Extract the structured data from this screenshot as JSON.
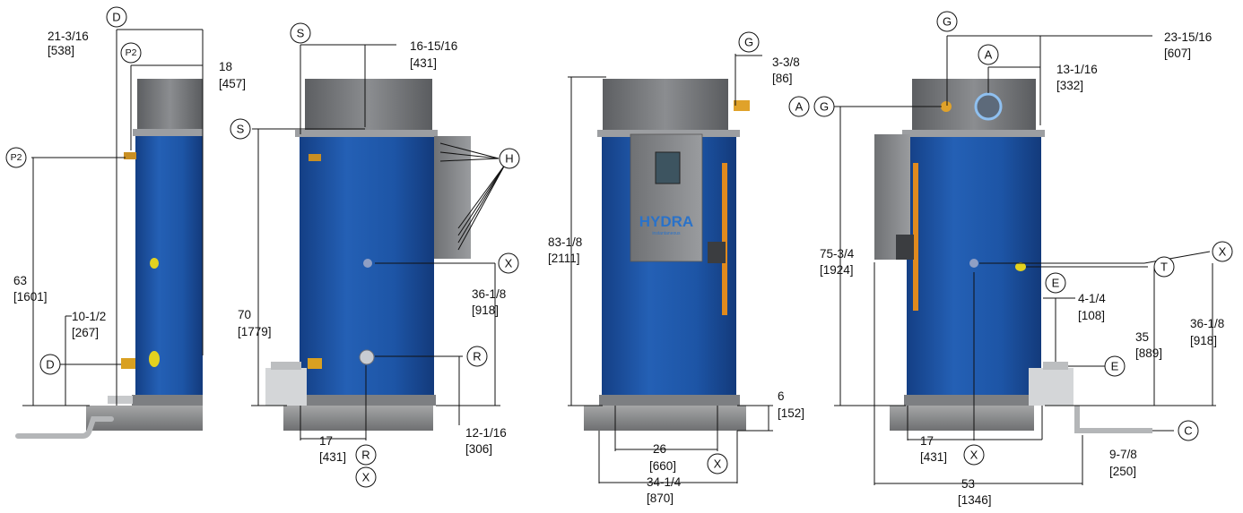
{
  "colors": {
    "tank_blue": "#1e56a8",
    "tank_shadow": "#123b7a",
    "housing_gray": "#77797c",
    "base_gray": "#8c8d8e",
    "fitting_brass": "#e0a22a",
    "pipe_orange": "#e08a1e",
    "brand_blue": "#2a72c9"
  },
  "brand": {
    "text": "HYDRA",
    "subtext": "instantaneous"
  },
  "views": [
    {
      "id": "side-left",
      "dimensions": [
        {
          "imperial": "21-3/16",
          "metric": "[538]"
        },
        {
          "imperial": "18",
          "metric": "[457]"
        },
        {
          "imperial": "63",
          "metric": "[1601]"
        },
        {
          "imperial": "10-1/2",
          "metric": "[267]"
        }
      ],
      "labels": [
        "D",
        "P2",
        "P2",
        "D"
      ]
    },
    {
      "id": "front",
      "dimensions": [
        {
          "imperial": "16-15/16",
          "metric": "[431]"
        },
        {
          "imperial": "70",
          "metric": "[1779]"
        },
        {
          "imperial": "36-1/8",
          "metric": "[918]"
        },
        {
          "imperial": "12-1/16",
          "metric": "[306]"
        },
        {
          "imperial": "17",
          "metric": "[431]"
        }
      ],
      "labels": [
        "S",
        "S",
        "H",
        "X",
        "R",
        "R",
        "X"
      ]
    },
    {
      "id": "control-side",
      "dimensions": [
        {
          "imperial": "3-3/8",
          "metric": "[86]"
        },
        {
          "imperial": "83-1/8",
          "metric": "[2111]"
        },
        {
          "imperial": "6",
          "metric": "[152]"
        },
        {
          "imperial": "26",
          "metric": "[660]"
        },
        {
          "imperial": "34-1/4",
          "metric": "[870]"
        }
      ],
      "labels": [
        "G",
        "X"
      ]
    },
    {
      "id": "rear",
      "dimensions": [
        {
          "imperial": "23-15/16",
          "metric": "[607]"
        },
        {
          "imperial": "13-1/16",
          "metric": "[332]"
        },
        {
          "imperial": "75-3/4",
          "metric": "[1924]"
        },
        {
          "imperial": "36-1/8",
          "metric": "[918]"
        },
        {
          "imperial": "4-1/4",
          "metric": "[108]"
        },
        {
          "imperial": "35",
          "metric": "[889]"
        },
        {
          "imperial": "17",
          "metric": "[431]"
        },
        {
          "imperial": "9-7/8",
          "metric": "[250]"
        },
        {
          "imperial": "53",
          "metric": "[1346]"
        }
      ],
      "labels": [
        "G",
        "A",
        "A",
        "G",
        "X",
        "T",
        "E",
        "E",
        "C",
        "X"
      ]
    }
  ]
}
